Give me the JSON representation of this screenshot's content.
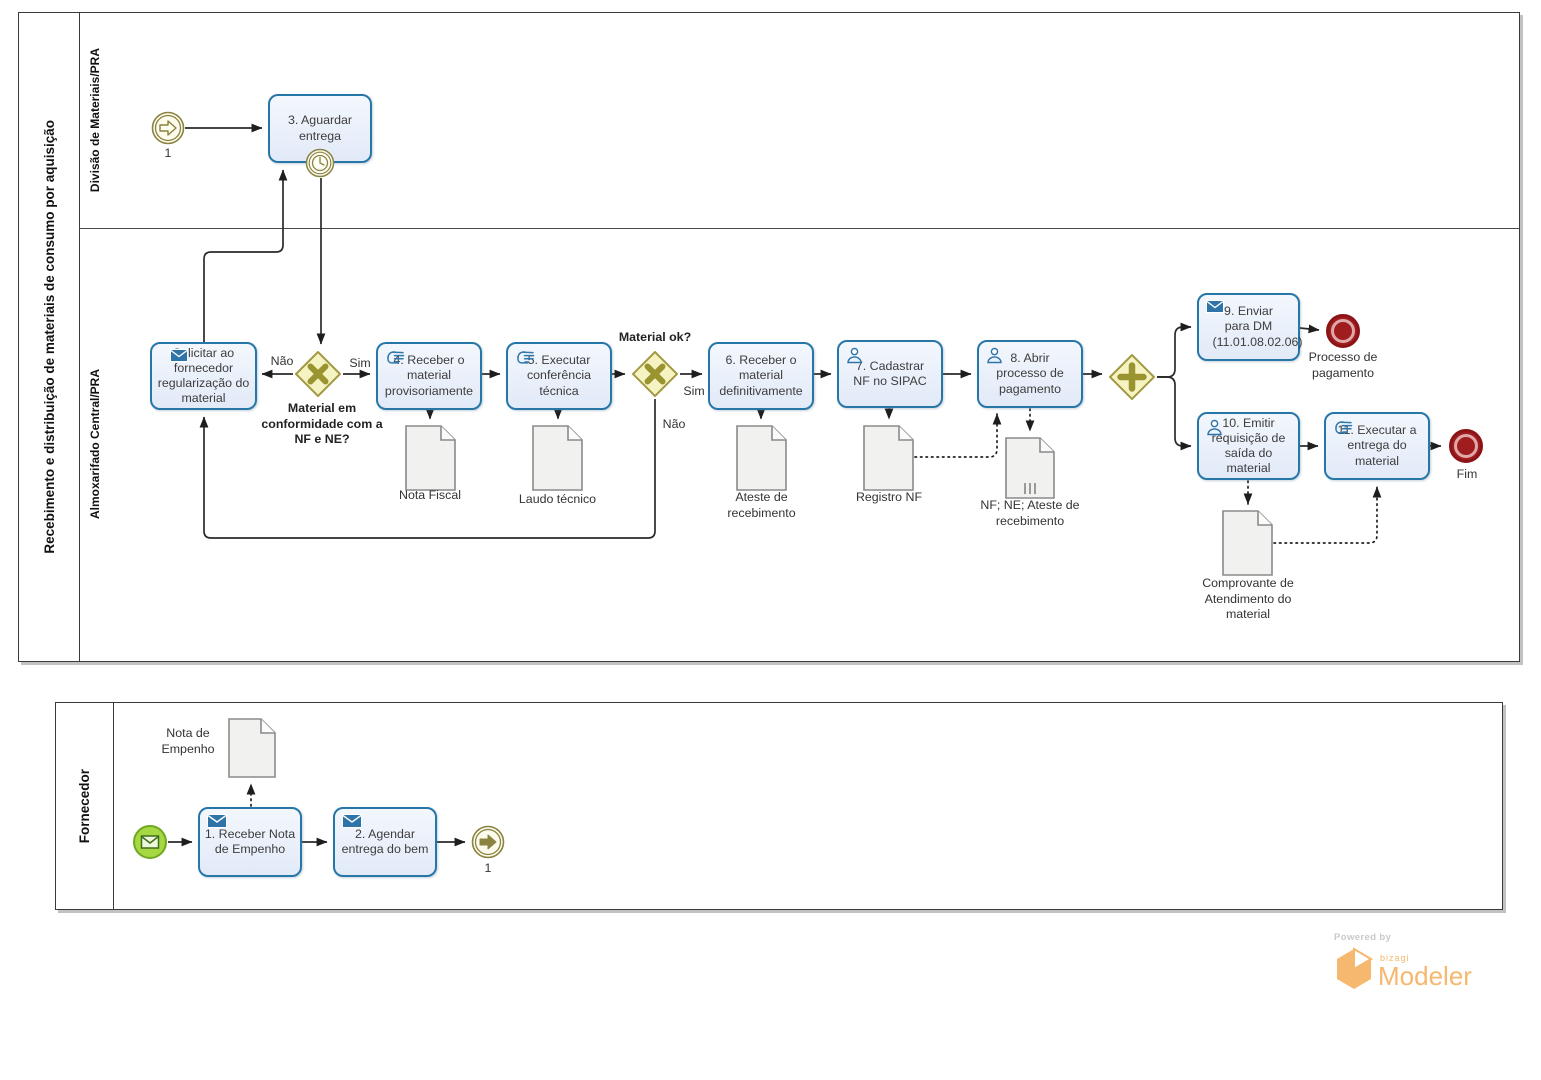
{
  "pools": {
    "main": {
      "title": "Recebimento e distribuição de materiais de consumo por aquisição",
      "lanes": {
        "lane1": "Divisão de Materiais/PRA",
        "lane2": "Almoxarifado Central/PRA"
      }
    },
    "supplier": {
      "title": "Fornecedor"
    }
  },
  "tasks": {
    "aguardar": {
      "label": "3. Aguardar entrega",
      "type": "task-with-timer-boundary"
    },
    "solicitar": {
      "label": "Solicitar ao fornecedor regularização do material",
      "type": "send"
    },
    "receber_prov": {
      "label": "4. Receber o material provisoriamente",
      "type": "manual"
    },
    "conferencia": {
      "label": "5. Executar conferência técnica",
      "type": "manual"
    },
    "receber_def": {
      "label": "6. Receber o material definitivamente",
      "type": "task"
    },
    "cadastrar_nf": {
      "label": "7. Cadastrar NF no SIPAC",
      "type": "user"
    },
    "abrir_processo": {
      "label": "8. Abrir processo de pagamento",
      "type": "user"
    },
    "enviar_dm": {
      "label": "9. Enviar para DM (11.01.08.02.06)",
      "type": "send"
    },
    "emitir_requisicao": {
      "label": "10. Emitir requisição de saída do material",
      "type": "user"
    },
    "executar_entrega": {
      "label": "11. Executar a entrega do material",
      "type": "manual"
    },
    "receber_nota": {
      "label": "1. Receber Nota de Empenho",
      "type": "message"
    },
    "agendar_entrega": {
      "label": "2. Agendar entrega do bem",
      "type": "message"
    }
  },
  "gateways": {
    "conformidade": {
      "type": "exclusive",
      "question": "Material em conformidade com a NF e NE?",
      "yes": "Sim",
      "no": "Não"
    },
    "material_ok": {
      "type": "exclusive",
      "question": "Material ok?",
      "yes": "Sim",
      "no": "Não"
    },
    "parallel": {
      "type": "parallel"
    }
  },
  "events": {
    "link_catch": {
      "label": "1",
      "type": "link-catch"
    },
    "timer": {
      "type": "timer-boundary"
    },
    "end_processo": {
      "label": "Processo de pagamento",
      "type": "end"
    },
    "end_fim": {
      "label": "Fim",
      "type": "end"
    },
    "start_message": {
      "type": "message-start"
    },
    "link_throw": {
      "label": "1",
      "type": "link-throw"
    }
  },
  "documents": {
    "nota_fiscal": "Nota Fiscal",
    "laudo": "Laudo técnico",
    "ateste": "Ateste de recebimento",
    "registro_nf": "Registro NF",
    "nf_ne_ateste": "NF; NE; Ateste de recebimento",
    "comprovante": "Comprovante de Atendimento do material",
    "nota_empenho": "Nota de Empenho"
  },
  "logo": {
    "powered_by": "Powered by",
    "brand": "bizagi",
    "product": "Modeler"
  },
  "colors": {
    "task_border": "#2776a8",
    "task_fill": "#e9effb",
    "gateway_fill": "#f6f3c2",
    "gateway_border": "#a29a44",
    "gateway_marker": "#9a9430",
    "event_olive": "#8a8341",
    "end_red": "#a01d1f",
    "end_ring": "#e0a9a9",
    "start_green_fill": "#a6d844",
    "start_green_border": "#71a821",
    "doc_fill": "#f1f1f0",
    "doc_border": "#8a8a8a",
    "logo_orange": "#f6b76f"
  }
}
